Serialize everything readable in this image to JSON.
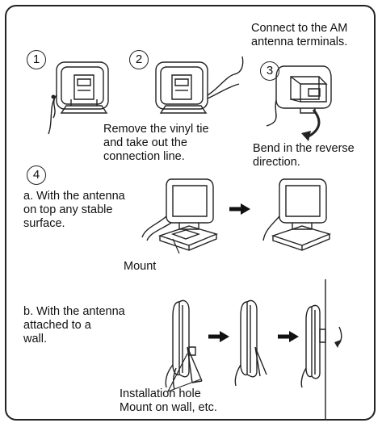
{
  "steps": {
    "one": {
      "number": "1"
    },
    "two": {
      "number": "2",
      "caption": "Remove the vinyl tie\nand take out the\nconnection line."
    },
    "three": {
      "number": "3",
      "top_caption": "Connect to the AM\nantenna terminals.",
      "bottom_caption": "Bend in the reverse\ndirection."
    },
    "four": {
      "number": "4"
    }
  },
  "option_a": {
    "caption": "a. With the antenna\n  on top any stable\n  surface.",
    "label": "Mount"
  },
  "option_b": {
    "caption": "b. With the antenna\n  attached to a\n  wall.",
    "label": "Installation hole\nMount on wall, etc."
  }
}
